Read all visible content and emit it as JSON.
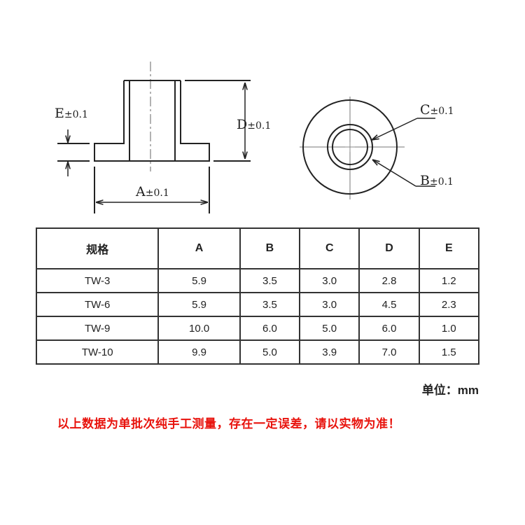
{
  "drawing": {
    "label_a": "A",
    "label_b": "B",
    "label_c": "C",
    "label_d": "D",
    "label_e": "E",
    "tolerance": "±0.1"
  },
  "table": {
    "headers": [
      "规格",
      "A",
      "B",
      "C",
      "D",
      "E"
    ],
    "rows": [
      [
        "TW-3",
        "5.9",
        "3.5",
        "3.0",
        "2.8",
        "1.2"
      ],
      [
        "TW-6",
        "5.9",
        "3.5",
        "3.0",
        "4.5",
        "2.3"
      ],
      [
        "TW-9",
        "10.0",
        "6.0",
        "5.0",
        "6.0",
        "1.0"
      ],
      [
        "TW-10",
        "9.9",
        "5.0",
        "3.9",
        "7.0",
        "1.5"
      ]
    ]
  },
  "unit": "单位：mm",
  "note": "以上数据为单批次纯手工测量，存在一定误差，请以实物为准！",
  "colors": {
    "note": "#e8120c",
    "line": "#222222"
  }
}
